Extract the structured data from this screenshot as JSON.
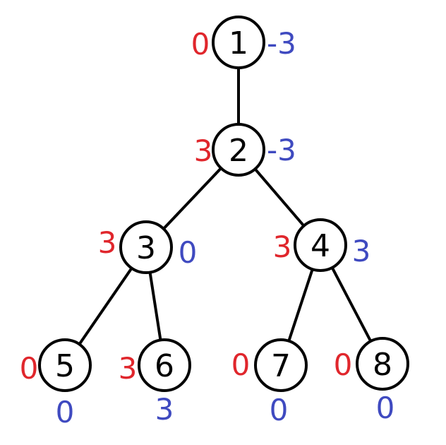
{
  "colors": {
    "line": "#000000",
    "left_value": "#e0262c",
    "right_value": "#3f4ac0"
  },
  "edges": [
    [
      "1",
      "2"
    ],
    [
      "2",
      "3"
    ],
    [
      "2",
      "4"
    ],
    [
      "3",
      "5"
    ],
    [
      "3",
      "6"
    ],
    [
      "4",
      "7"
    ],
    [
      "4",
      "8"
    ]
  ],
  "nodes": [
    {
      "id": "1",
      "left": "0",
      "right": "-3"
    },
    {
      "id": "2",
      "left": "3",
      "right": "-3"
    },
    {
      "id": "3",
      "left": "3",
      "right": "0"
    },
    {
      "id": "4",
      "left": "3",
      "right": "3"
    },
    {
      "id": "5",
      "left": "0",
      "right": "0"
    },
    {
      "id": "6",
      "left": "3",
      "right": "3"
    },
    {
      "id": "7",
      "left": "0",
      "right": "0"
    },
    {
      "id": "8",
      "left": "0",
      "right": "0"
    }
  ]
}
